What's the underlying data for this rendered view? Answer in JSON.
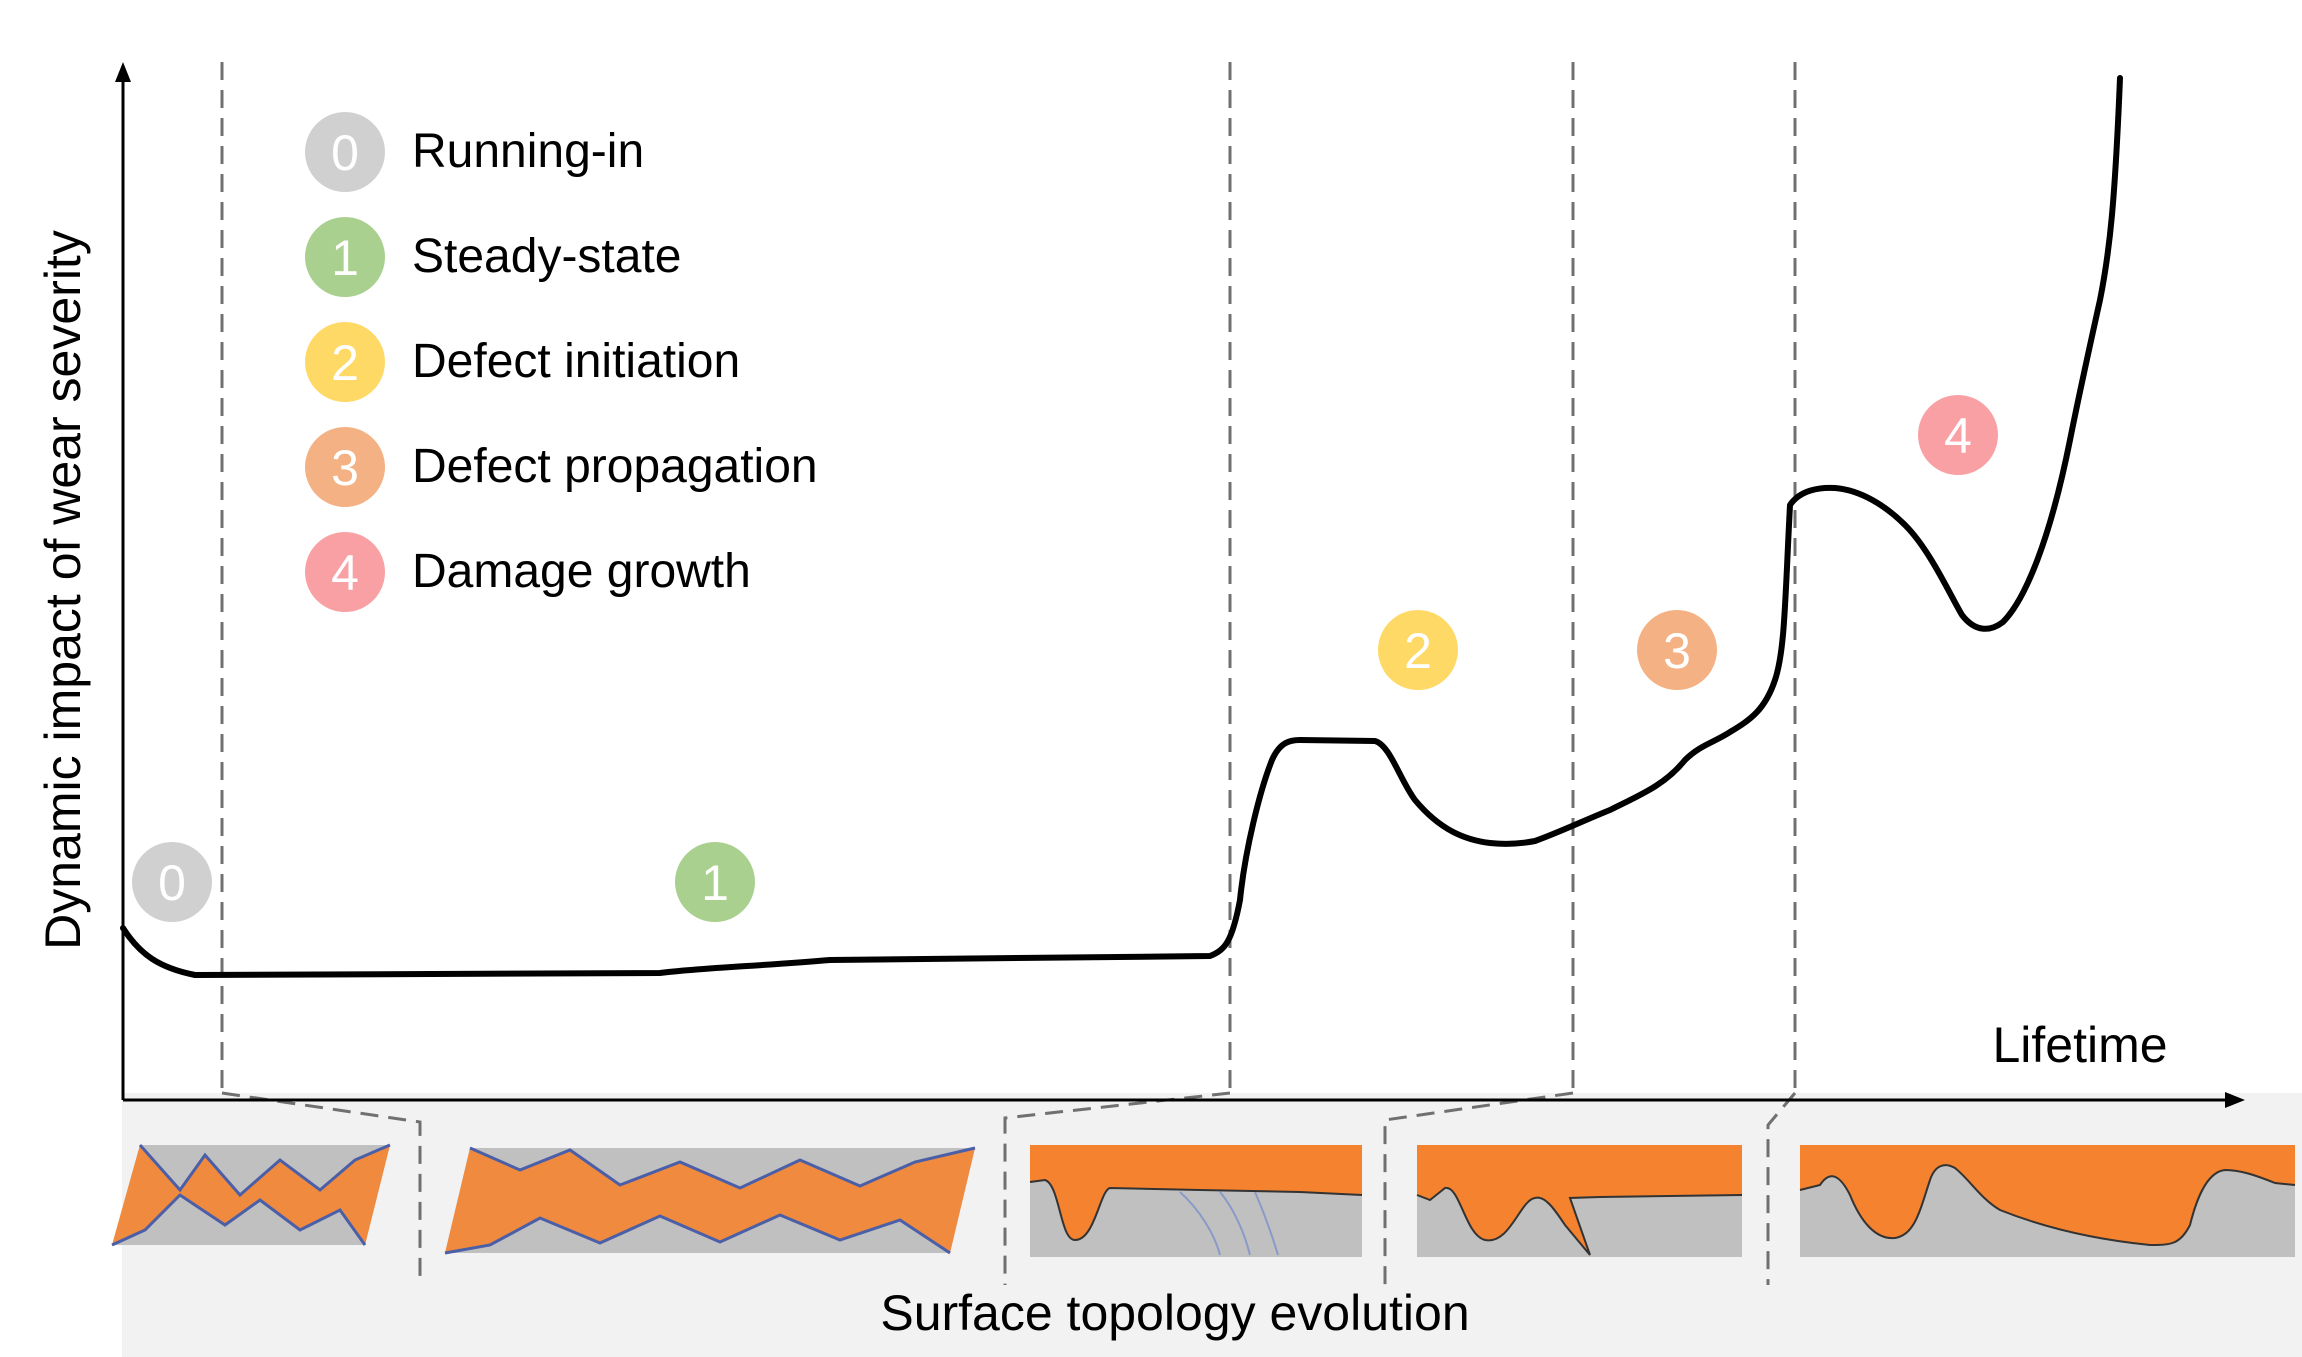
{
  "axes": {
    "y_label": "Dynamic impact of wear severity",
    "x_label": "Lifetime",
    "bottom_caption": "Surface topology evolution"
  },
  "stages": [
    {
      "id": "0",
      "label": "Running-in",
      "color": "#d0d0d0"
    },
    {
      "id": "1",
      "label": "Steady-state",
      "color": "#a9d08e"
    },
    {
      "id": "2",
      "label": "Defect initiation",
      "color": "#ffd966"
    },
    {
      "id": "3",
      "label": "Defect propagation",
      "color": "#f4b183"
    },
    {
      "id": "4",
      "label": "Damage growth",
      "color": "#f8a0a4"
    }
  ],
  "colors": {
    "curve": "#000000",
    "divider": "#707070",
    "panel_bg": "#f2f2f2",
    "surface_orange": "#f4822e",
    "surface_grey": "#c0c0c0",
    "profile_blue": "#4a5fa8"
  }
}
